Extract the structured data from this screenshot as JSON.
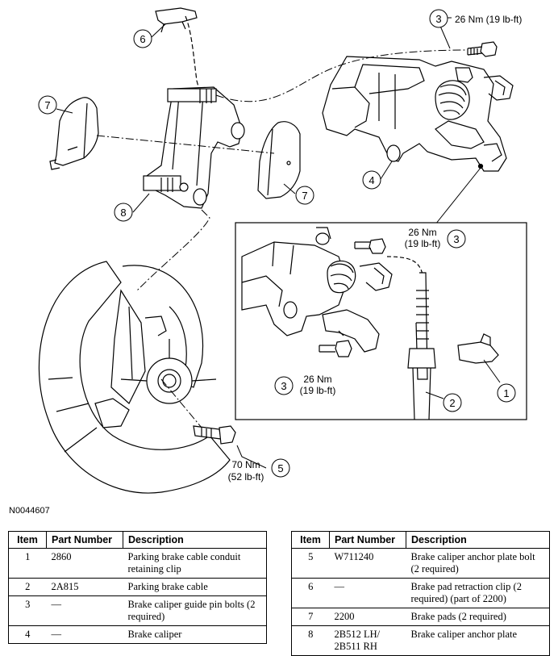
{
  "figure_id": "N0044607",
  "callouts": {
    "c1": "1",
    "c2": "2",
    "c3a": "3",
    "c3b": "3",
    "c3c": "3",
    "c4": "4",
    "c5": "5",
    "c6": "6",
    "c7a": "7",
    "c7b": "7",
    "c8": "8"
  },
  "torque": {
    "top": "26 Nm (19 lb-ft)",
    "inset_upper_nm": "26 Nm",
    "inset_upper_lbft": "(19 lb-ft)",
    "inset_lower_nm": "26 Nm",
    "inset_lower_lbft": "(19 lb-ft)",
    "bolt_nm": "70 Nm",
    "bolt_lbft": "(52 lb-ft)"
  },
  "table": {
    "headers": [
      "Item",
      "Part Number",
      "Description"
    ],
    "left": [
      {
        "item": "1",
        "part": "2860",
        "desc": "Parking brake cable conduit retaining clip"
      },
      {
        "item": "2",
        "part": "2A815",
        "desc": "Parking brake cable"
      },
      {
        "item": "3",
        "part": "—",
        "desc": "Brake caliper guide pin bolts (2 required)"
      },
      {
        "item": "4",
        "part": "—",
        "desc": "Brake caliper"
      }
    ],
    "right": [
      {
        "item": "5",
        "part": "W711240",
        "desc": "Brake caliper anchor plate bolt (2 required)"
      },
      {
        "item": "6",
        "part": "—",
        "desc": "Brake pad retraction clip (2 required) (part of 2200)"
      },
      {
        "item": "7",
        "part": "2200",
        "desc": "Brake pads (2 required)"
      },
      {
        "item": "8",
        "part": "2B512 LH/ 2B511 RH",
        "desc": "Brake caliper anchor plate"
      }
    ]
  }
}
